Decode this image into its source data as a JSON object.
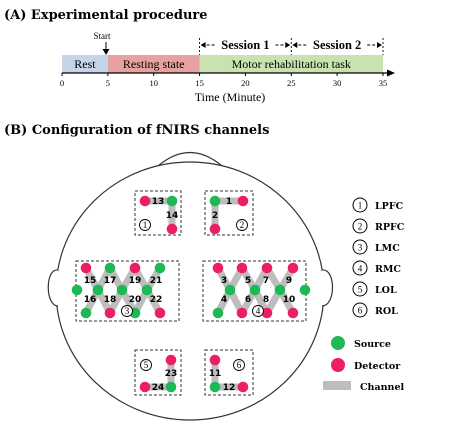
{
  "panel_a": {
    "title": "(A) Experimental procedure",
    "start_label": "Start",
    "segments": [
      {
        "label": "Rest",
        "from": 0,
        "to": 5,
        "color": "#c5d4e9"
      },
      {
        "label": "Resting state",
        "from": 5,
        "to": 15,
        "color": "#e7a2a0"
      },
      {
        "label": "Motor rehabilitation task",
        "from": 15,
        "to": 35,
        "color": "#c9e3b0"
      }
    ],
    "sessions": [
      {
        "label": "Session 1",
        "from": 15,
        "to": 25
      },
      {
        "label": "Session 2",
        "from": 25,
        "to": 35
      }
    ],
    "ticks": [
      "0",
      "5",
      "10",
      "15",
      "20",
      "25",
      "30",
      "35"
    ],
    "axis_label": "Time (Minute)",
    "axis_max": 35
  },
  "panel_b": {
    "title": "(B) Configuration of fNIRS channels",
    "colors": {
      "source": "#1db954",
      "detector": "#ec1f65",
      "channel": "#bdbdbd"
    },
    "regions": [
      {
        "num": "1",
        "label": "LPFC"
      },
      {
        "num": "2",
        "label": "RPFC"
      },
      {
        "num": "3",
        "label": "LMC"
      },
      {
        "num": "4",
        "label": "RMC"
      },
      {
        "num": "5",
        "label": "LOL"
      },
      {
        "num": "6",
        "label": "ROL"
      }
    ],
    "legend": {
      "source": "Source",
      "detector": "Detector",
      "channel": "Channel"
    },
    "channels": [
      "1",
      "2",
      "3",
      "4",
      "5",
      "6",
      "7",
      "8",
      "9",
      "10",
      "11",
      "12",
      "13",
      "14",
      "15",
      "16",
      "17",
      "18",
      "19",
      "20",
      "21",
      "22",
      "23",
      "24"
    ]
  }
}
